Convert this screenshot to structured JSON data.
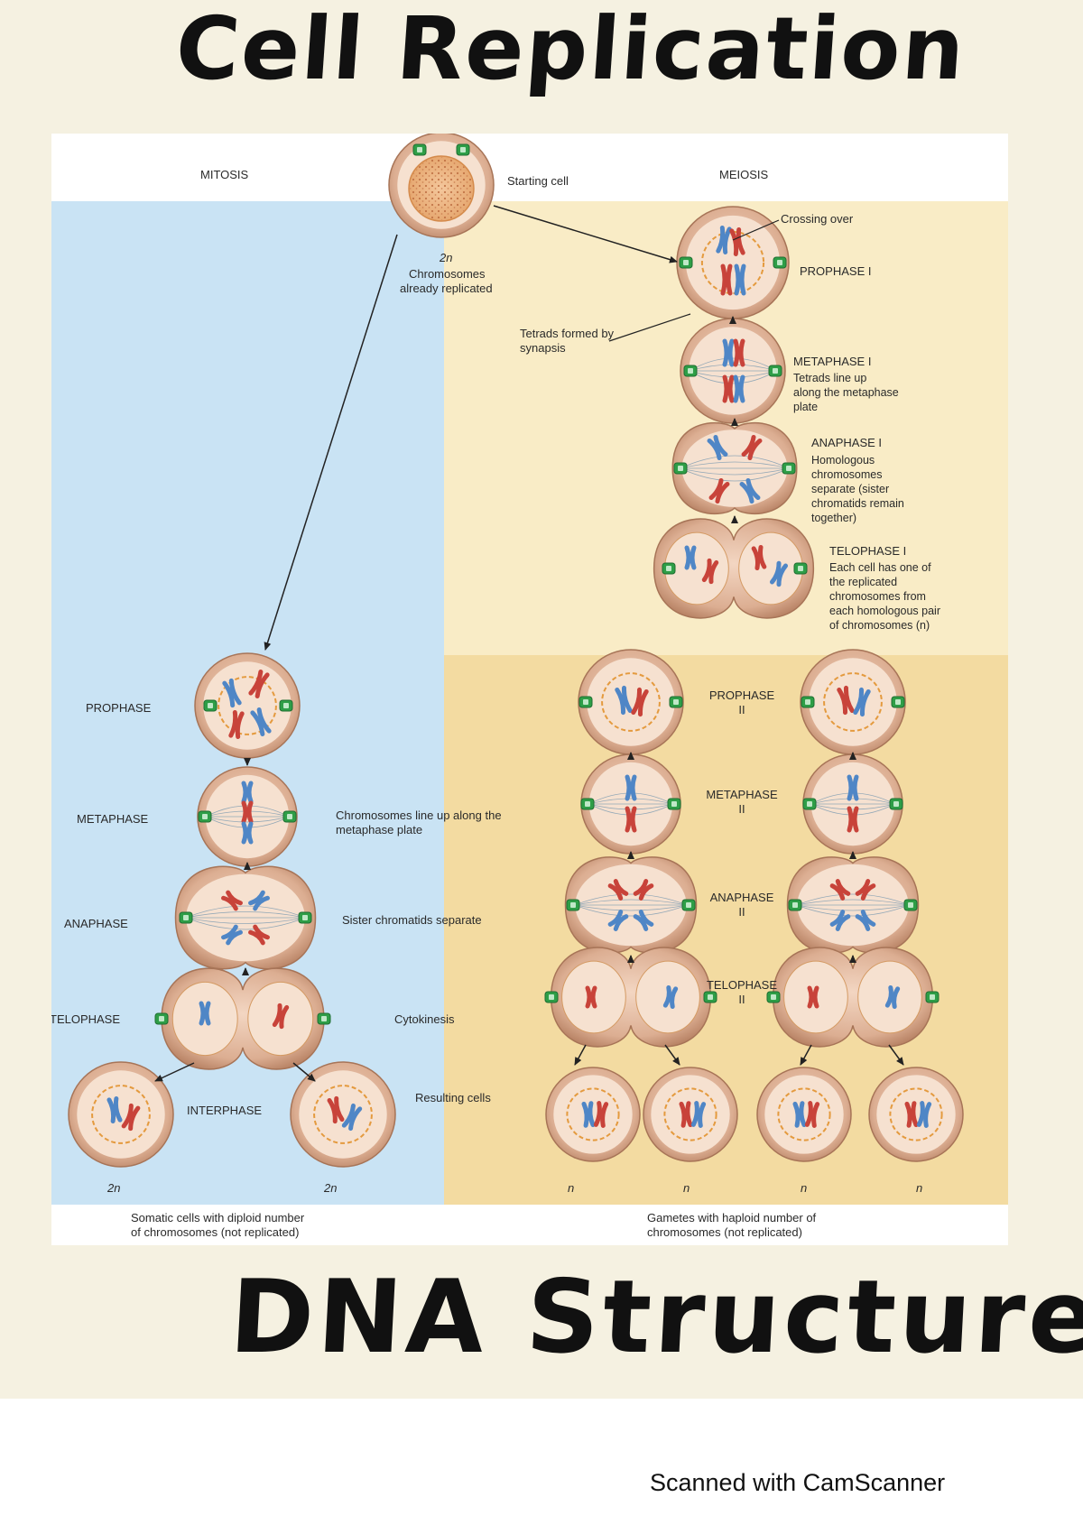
{
  "handwriting": {
    "title_top": "Cell Replication",
    "title_bottom": "DNA Structure"
  },
  "scanner": {
    "footer": "Scanned with CamScanner"
  },
  "figure": {
    "mitosis_header": "MITOSIS",
    "meiosis_header": "MEIOSIS",
    "starting_cell": "Starting cell",
    "ploidy_2n": "2n",
    "ploidy_n": "n",
    "replicated_note": [
      "Chromosomes",
      "already replicated"
    ],
    "crossing_over": "Crossing over",
    "tetrads_formed": [
      "Tetrads formed by",
      "synapsis"
    ],
    "meiosis_i": [
      {
        "name": "PROPHASE I",
        "desc": []
      },
      {
        "name": "METAPHASE I",
        "desc": [
          "Tetrads line up",
          "along the metaphase",
          "plate"
        ]
      },
      {
        "name": "ANAPHASE I",
        "desc": [
          "Homologous",
          "chromosomes",
          "separate (sister",
          "chromatids remain",
          "together)"
        ]
      },
      {
        "name": "TELOPHASE I",
        "desc": [
          "Each cell has one of",
          "the replicated",
          "chromosomes from",
          "each homologous pair",
          "of chromosomes (n)"
        ]
      }
    ],
    "meiosis_ii": [
      {
        "line1": "PROPHASE",
        "line2": "II"
      },
      {
        "line1": "METAPHASE",
        "line2": "II"
      },
      {
        "line1": "ANAPHASE",
        "line2": "II"
      },
      {
        "line1": "TELOPHASE",
        "line2": "II"
      }
    ],
    "mitosis": [
      {
        "name": "PROPHASE",
        "desc": []
      },
      {
        "name": "METAPHASE",
        "desc": [
          "Chromosomes line up along the",
          "metaphase plate"
        ]
      },
      {
        "name": "ANAPHASE",
        "desc": [
          "Sister chromatids separate"
        ]
      },
      {
        "name": "TELOPHASE",
        "desc": [
          "Cytokinesis"
        ]
      },
      {
        "name": "INTERPHASE",
        "desc": []
      }
    ],
    "resulting_cells": "Resulting cells",
    "somatic_caption": [
      "Somatic cells with diploid number",
      "of chromosomes (not replicated)"
    ],
    "gametes_caption": [
      "Gametes with haploid number of",
      "chromosomes (not replicated)"
    ]
  },
  "colors": {
    "mitosis_panel": "#c9e3f4",
    "meiosis_i_panel": "#f9ecc6",
    "meiosis_ii_panel": "#f3dba1",
    "cell_outer": "#d9aa8e",
    "cell_inner": "#f6e1d0",
    "chromosome_red": "#c8433a",
    "chromosome_blue": "#4f86c6",
    "centrosome": "#2e9e47"
  }
}
